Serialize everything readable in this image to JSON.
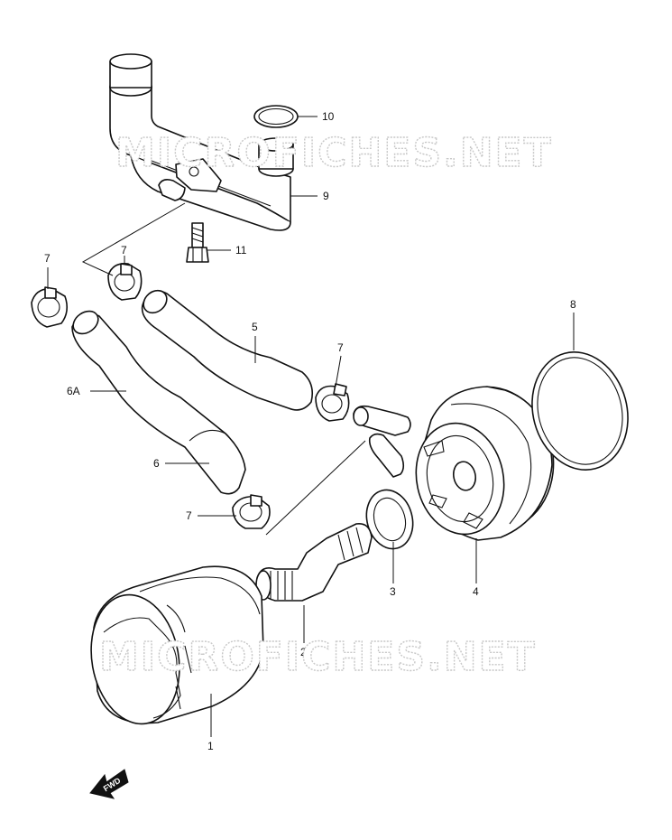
{
  "watermark": "MICROFICHES.NET",
  "callouts": {
    "c1": "1",
    "c2": "2",
    "c3": "3",
    "c4": "4",
    "c5": "5",
    "c6": "6",
    "c6a": "6A",
    "c7": "7",
    "c8": "8",
    "c9": "9",
    "c10": "10",
    "c11": "11"
  },
  "fwd": "FWD",
  "colors": {
    "line": "#111111",
    "watermark": "#c8c8c8",
    "background": "#ffffff"
  }
}
